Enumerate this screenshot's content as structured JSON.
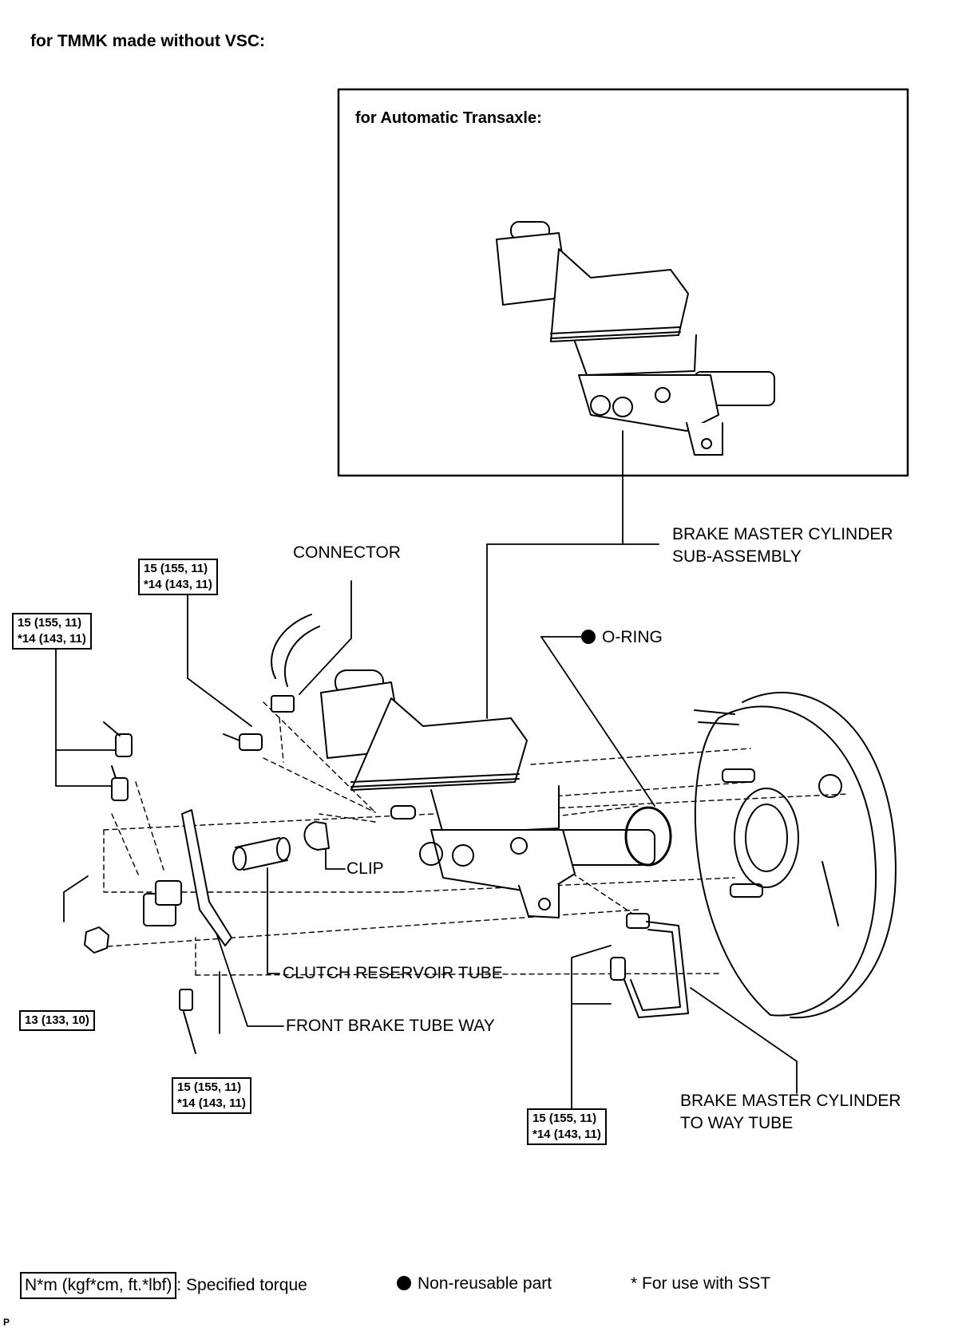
{
  "header": {
    "title": "for TMMK made without VSC:"
  },
  "inset": {
    "title": "for Automatic Transaxle:"
  },
  "labels": {
    "master_cylinder_1": "BRAKE MASTER CYLINDER",
    "master_cylinder_2": "SUB-ASSEMBLY",
    "connector": "CONNECTOR",
    "o_ring": "O-RING",
    "clip": "CLIP",
    "clutch_tube": "CLUTCH RESERVOIR TUBE",
    "front_tube_way": "FRONT BRAKE TUBE WAY",
    "way_tube_1": "BRAKE MASTER CYLINDER",
    "way_tube_2": "TO WAY TUBE"
  },
  "torques": {
    "t1": {
      "line1": "15 (155, 11)",
      "line2": "*14 (143, 11)"
    },
    "t2": {
      "line1": "15 (155, 11)",
      "line2": "*14 (143, 11)"
    },
    "t3": {
      "line1": "13 (133, 10)"
    },
    "t4": {
      "line1": "15 (155, 11)",
      "line2": "*14 (143, 11)"
    },
    "t5": {
      "line1": "15 (155, 11)",
      "line2": "*14 (143, 11)"
    }
  },
  "legend": {
    "unit_box": "N*m (kgf*cm, ft.*lbf)",
    "torque_text": ": Specified torque",
    "nonreusable": "Non-reusable part",
    "sst": "* For use with SST"
  },
  "footer": {
    "mark": "P"
  }
}
